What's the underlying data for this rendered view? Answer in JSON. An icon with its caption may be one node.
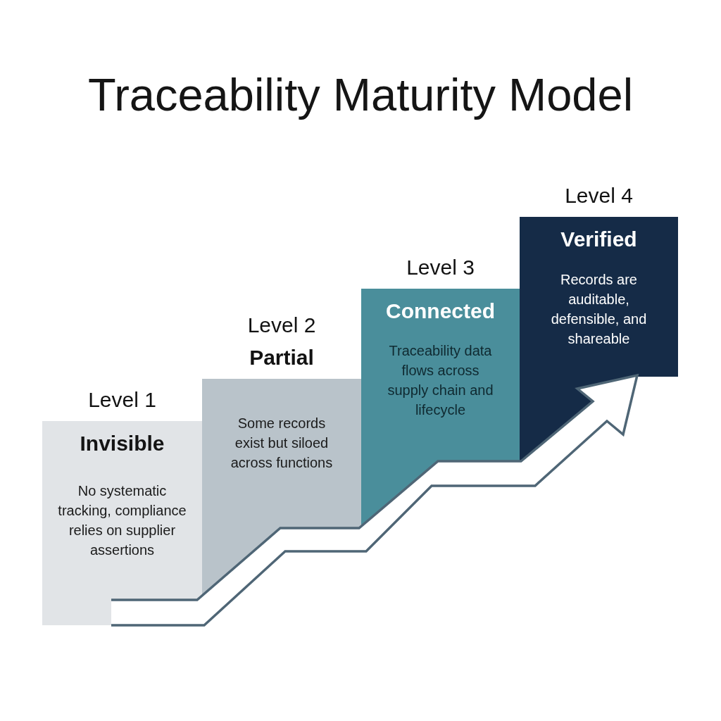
{
  "diagram": {
    "title": "Traceability Maturity Model",
    "nodes": [
      {
        "text": [
          "Level 1",
          "Invisible",
          "No systematic tracking, compliance relies on supplier assertions"
        ]
      },
      {
        "text": [
          "Level 2",
          "Partial",
          "Some records exist but siloed across functions"
        ]
      },
      {
        "text": [
          "Level 3",
          "Connected",
          "Traceability data flows across supply chain and lifecycle"
        ]
      },
      {
        "text": [
          "Level 4",
          "Verified",
          "Records are auditable, defensible, and shareable"
        ]
      }
    ]
  }
}
